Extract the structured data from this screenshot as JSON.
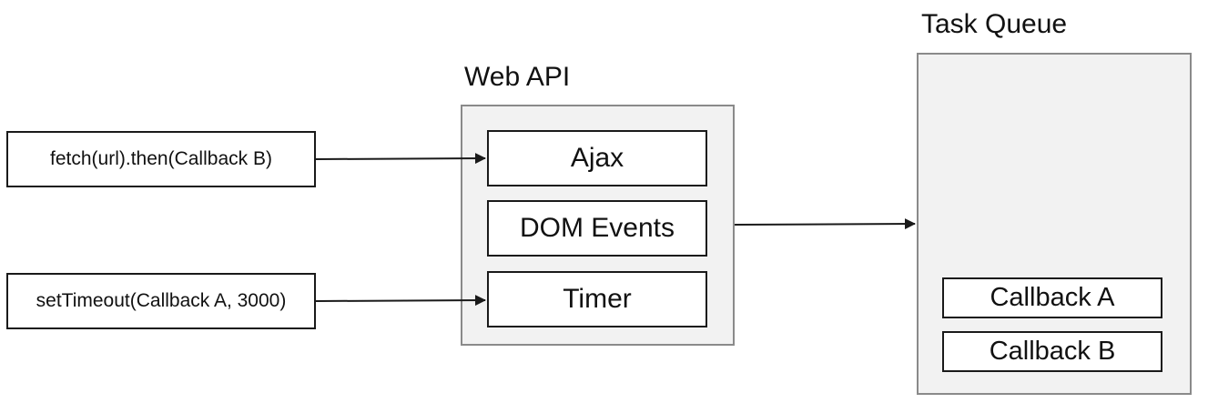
{
  "diagram": {
    "web_api": {
      "title": "Web API",
      "items": [
        "Ajax",
        "DOM Events",
        "Timer"
      ]
    },
    "task_queue": {
      "title": "Task Queue",
      "items": [
        "Callback A",
        "Callback B"
      ]
    },
    "sources": {
      "fetch": "fetch(url).then(Callback B)",
      "set_timeout": "setTimeout(Callback A, 3000)"
    },
    "colors": {
      "container_fill": "#f2f2f2",
      "container_border": "#8a8a8a",
      "box_border": "#1a1a1a",
      "arrow": "#1a1a1a"
    }
  }
}
